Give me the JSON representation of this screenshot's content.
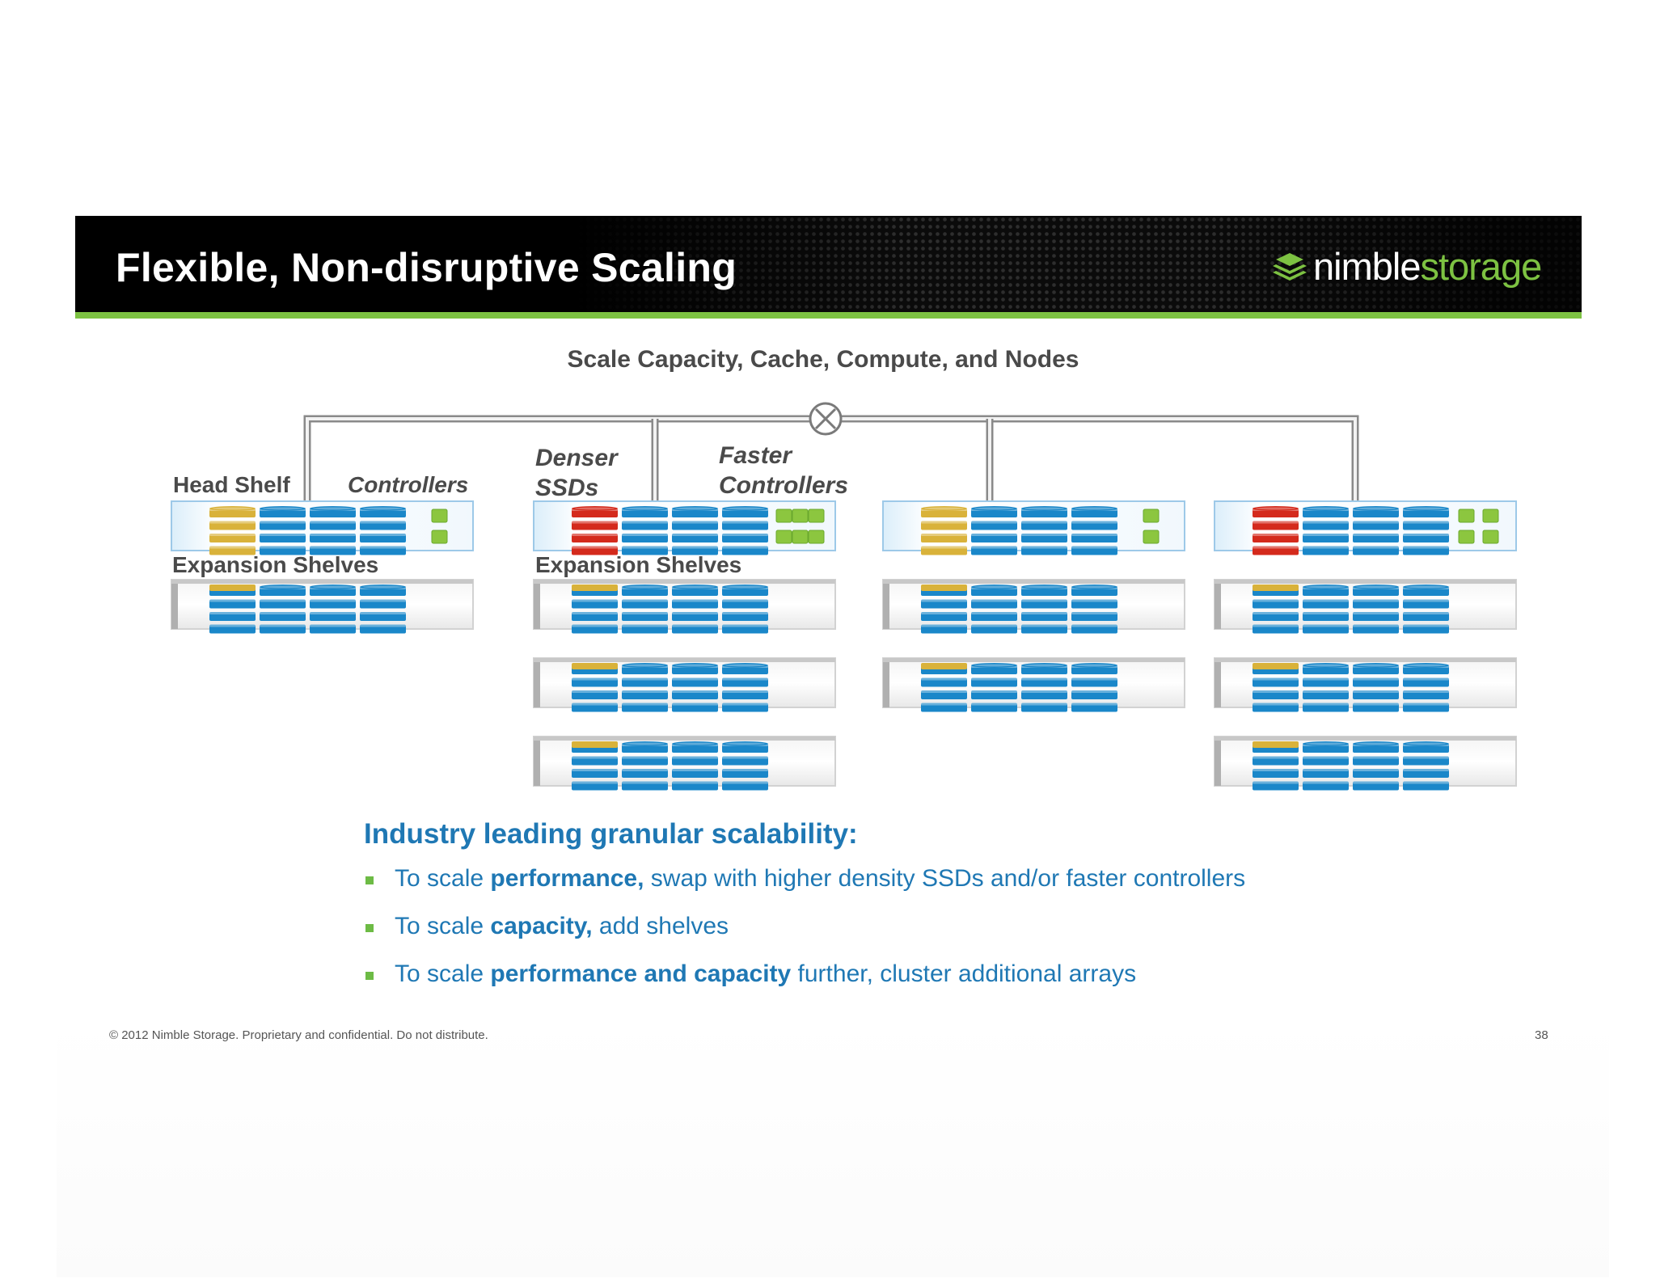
{
  "slide": {
    "title": "Flexible, Non-disruptive Scaling",
    "logo": {
      "part1": "nimble",
      "part2": "storage",
      "icon": "stacked-layers-logo-icon"
    },
    "subtitle": "Scale Capacity, Cache, Compute, and Nodes"
  },
  "diagram": {
    "labels": {
      "head_shelf": "Head Shelf",
      "controllers": "Controllers",
      "denser_ssds_1": "Denser",
      "denser_ssds_2": "SSDs",
      "faster_controllers_1": "Faster",
      "faster_controllers_2": "Controllers",
      "expansion_shelves_1": "Expansion Shelves",
      "expansion_shelves_2": "Expansion Shelves"
    },
    "arrays": [
      {
        "ssd": "yellow",
        "controller_lights": "2",
        "expansion_shelves": 1
      },
      {
        "ssd": "red",
        "controller_lights": "6",
        "expansion_shelves": 3
      },
      {
        "ssd": "yellow",
        "controller_lights": "2",
        "expansion_shelves": 2
      },
      {
        "ssd": "red",
        "controller_lights": "4",
        "expansion_shelves": 3
      }
    ],
    "colors": {
      "hdd": "#1a87c9",
      "ssd_yellow": "#d9b23a",
      "ssd_red": "#d42a1c",
      "controller_led": "#8cc63f",
      "connector": "#a6a6a6",
      "shelf_border": "#9dc9e8"
    }
  },
  "content": {
    "heading": "Industry leading granular scalability:",
    "bullets": [
      {
        "pre": "To scale ",
        "bold": "performance,",
        "post": " swap with higher density SSDs and/or faster controllers"
      },
      {
        "pre": "To scale ",
        "bold": "capacity,",
        "post": " add shelves"
      },
      {
        "pre": "To scale ",
        "bold": "performance and capacity",
        "post": " further, cluster additional arrays"
      }
    ]
  },
  "footer": {
    "copyright": "© 2012 Nimble Storage. Proprietary and confidential. Do not distribute.",
    "page_number": "38"
  }
}
